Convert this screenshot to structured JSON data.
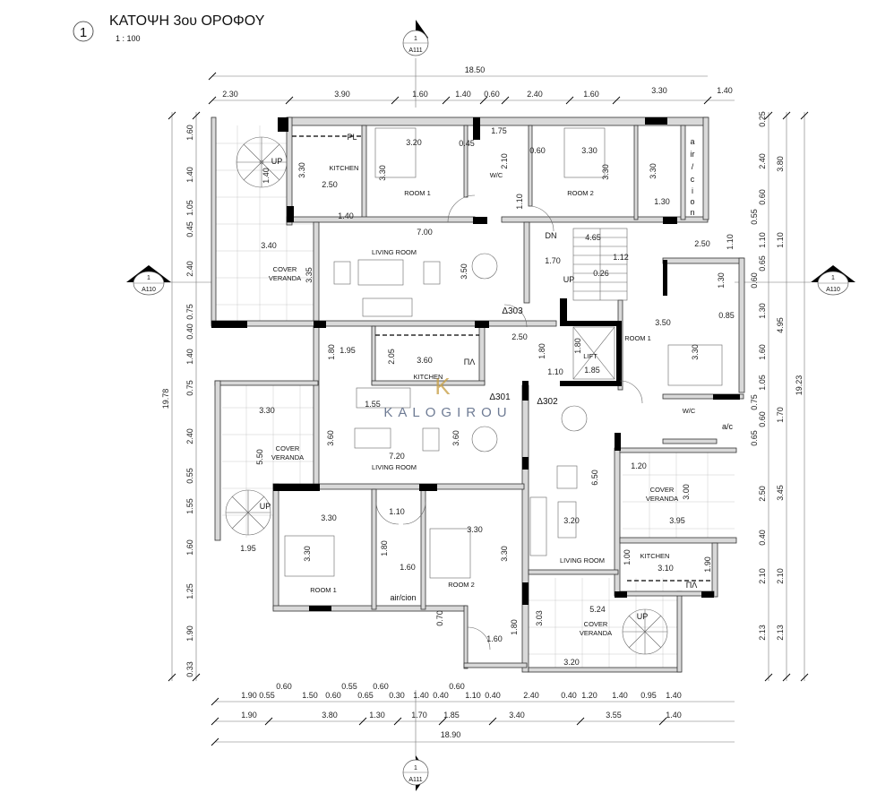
{
  "header": {
    "number": "1",
    "title": "ΚΑΤΟΨΗ 3ου ΟΡΟΦΟΥ",
    "scale": "1 : 100"
  },
  "section_markers": {
    "top": {
      "num": "1",
      "sheet": "A111"
    },
    "bottom": {
      "num": "1",
      "sheet": "A111"
    },
    "left": {
      "num": "1",
      "sheet": "A110"
    },
    "right": {
      "num": "1",
      "sheet": "A110"
    }
  },
  "dims": {
    "top_overall": "18.50",
    "top": [
      "2.30",
      "3.90",
      "1.60",
      "1.40",
      "0.60",
      "2.40",
      "1.60",
      "3.30",
      "1.40"
    ],
    "bottom_row1": [
      "1.90",
      "0.55",
      "0.60",
      "1.50",
      "0.60",
      "0.55",
      "0.65",
      "0.60",
      "0.30",
      "1.40",
      "0.40",
      "0.60",
      "1.10",
      "0.40",
      "2.40",
      "0.40",
      "1.20",
      "1.40",
      "0.95",
      "1.40"
    ],
    "bottom_row2": [
      "1.90",
      "3.80",
      "1.30",
      "1.70",
      "1.85",
      "3.40",
      "3.55",
      "1.40"
    ],
    "bottom_overall": "18.90",
    "left": [
      "1.60",
      "1.40",
      "1.05",
      "0.45",
      "2.40",
      "0.75",
      "0.40",
      "1.40",
      "0.75",
      "2.40",
      "0.55",
      "1.55",
      "1.60",
      "1.25",
      "1.90",
      "0.33"
    ],
    "left_overall": "19.78",
    "right_inner": [
      "0.25",
      "2.40",
      "0.60",
      "0.55",
      "1.10",
      "0.65",
      "0.60",
      "1.30",
      "1.60",
      "1.05",
      "0.75",
      "0.60",
      "0.65",
      "2.50",
      "0.40",
      "2.10",
      "2.13"
    ],
    "right_outer": [
      "3.80",
      "1.10",
      "4.95",
      "1.70",
      "3.45",
      "2.10",
      "2.13"
    ],
    "right_overall": "19.23"
  },
  "labels": [
    "KITCHEN",
    "ROOM 1",
    "W/C",
    "ROOM  2",
    "LIVING ROOM",
    "COVER",
    "VERANDA",
    "DN",
    "UP",
    "UP",
    "PL",
    "Δ303",
    "ROOM 1",
    "LIFT",
    "KITCHEN",
    "ΠΛ",
    "Δ301",
    "Δ302",
    "COVER",
    "VERANDA",
    "LIVING ROOM",
    "UP",
    "ROOM 1",
    "air/cion",
    "ROOM 2",
    "W/C",
    "a/c",
    "COVER",
    "VERANDA",
    "LIVING ROOM",
    "KITCHEN",
    "ΠΛ",
    "UP",
    "COVER",
    "VERANDA"
  ],
  "aircon_vertical": [
    "a",
    "ir",
    "/",
    "c",
    "i",
    "o",
    "n"
  ],
  "interior_dims": [
    "3.20",
    "0.45",
    "1.75",
    "2.10",
    "0.60",
    "3.30",
    "3.30",
    "2.50",
    "1.40",
    "3.30",
    "3.30",
    "3.30",
    "1.30",
    "1.40",
    "7.00",
    "1.10",
    "4.65",
    "1.70",
    "1.12",
    "0.26",
    "2.50",
    "1.10",
    "3.40",
    "3.35",
    "3.50",
    "1.30",
    "0.85",
    "3.50",
    "3.30",
    "1.80",
    "1.95",
    "2.05",
    "3.60",
    "2.50",
    "1.80",
    "1.10",
    "1.80",
    "1.85",
    "1.55",
    "3.30",
    "3.60",
    "3.60",
    "7.20",
    "5.50",
    "6.50",
    "1.20",
    "3.00",
    "3.95",
    "3.20",
    "3.30",
    "1.10",
    "3.30",
    "3.30",
    "1.80",
    "1.60",
    "3.30",
    "1.95",
    "1.00",
    "3.10",
    "1.90",
    "5.24",
    "3.03",
    "0.70",
    "1.80",
    "1.60",
    "3.20"
  ],
  "watermark": {
    "text": "KALOGIROU",
    "logo_letter": "K",
    "color": "#c9a24a"
  }
}
